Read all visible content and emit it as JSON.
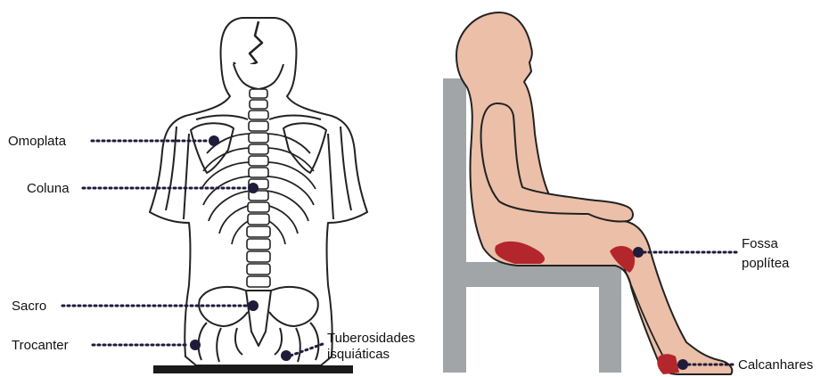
{
  "back_view": {
    "labels": {
      "omoplata": "Omoplata",
      "coluna": "Coluna",
      "sacro": "Sacro",
      "trocanter": "Trocanter",
      "tuberosidades_line1": "Tuberosidades",
      "tuberosidades_line2": "isquiáticas"
    }
  },
  "side_view": {
    "labels": {
      "fossa_line1": "Fossa",
      "fossa_line2": "poplítea",
      "calcanhares": "Calcanhares"
    }
  },
  "colors": {
    "skin": "#ebbfa8",
    "outline": "#222222",
    "chair": "#a2a5a8",
    "pressure_zone": "#b3262b",
    "marker": "#1f1b3a",
    "leader": "#1f1b3a",
    "base": "#1a1a1a"
  }
}
